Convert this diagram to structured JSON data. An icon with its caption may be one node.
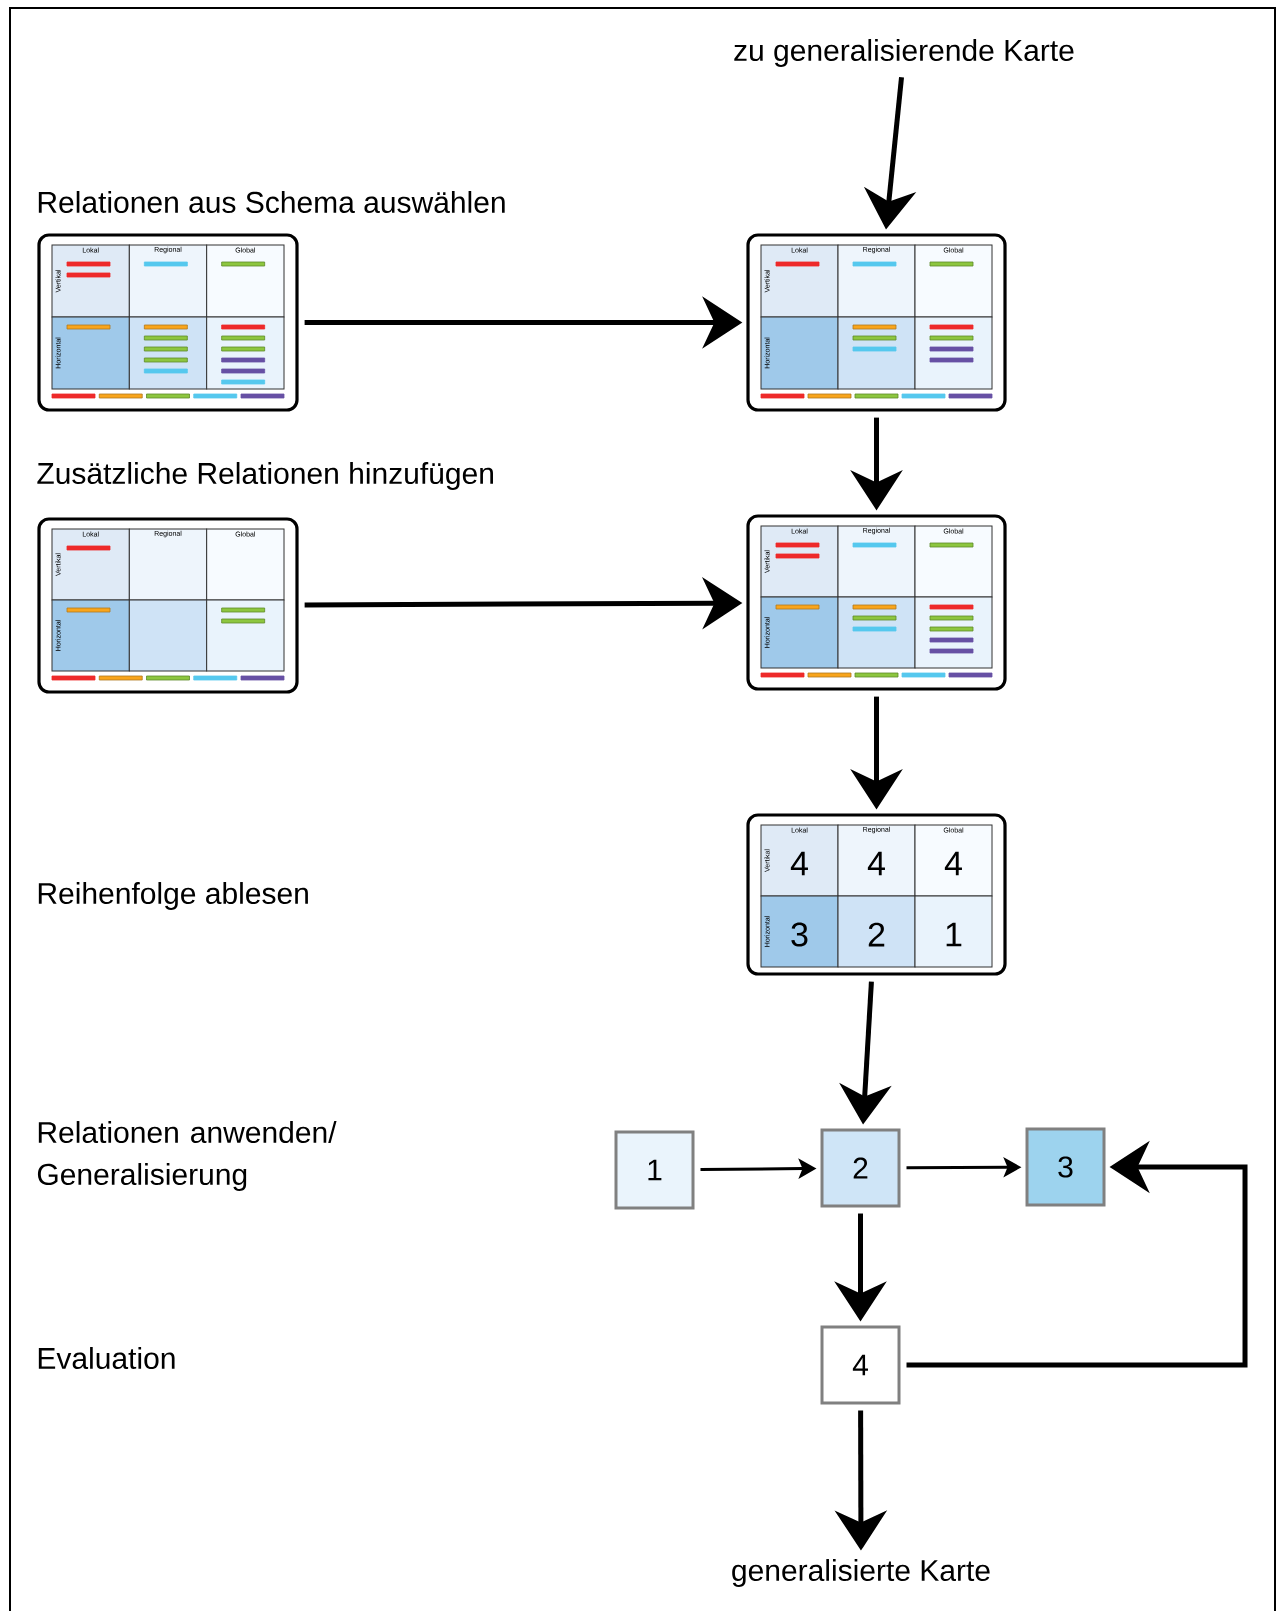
{
  "diagram": {
    "nodes": [
      {
        "text": [
          "zu generalisierende Karte"
        ]
      },
      {
        "text": [
          "Lokal",
          "Regional",
          "Global",
          "Vertikal",
          "Horizontal"
        ]
      },
      {
        "text": [
          "Lokal",
          "Regional",
          "Global",
          "Vertikal",
          "Horizontal"
        ]
      },
      {
        "text": [
          "Lokal",
          "Regional",
          "Global",
          "Vertikal",
          "Horizontal"
        ]
      },
      {
        "text": [
          "Lokal",
          "Regional",
          "Global",
          "Vertikal",
          "Horizontal"
        ]
      },
      {
        "text": [
          "Lokal",
          "Regional",
          "Global",
          "Vertikal",
          "Horizontal",
          "4",
          "4",
          "4",
          "3",
          "2",
          "1"
        ]
      },
      {
        "text": [
          "1"
        ]
      },
      {
        "text": [
          "2"
        ]
      },
      {
        "text": [
          "3"
        ]
      },
      {
        "text": [
          "4"
        ]
      },
      {
        "text": [
          "generalisierte Karte"
        ]
      }
    ],
    "edges": [
      {
        "from": 0,
        "to": 2,
        "arrow": "to"
      },
      {
        "from": 1,
        "to": 2,
        "arrow": "to"
      },
      {
        "from": 2,
        "to": 4,
        "arrow": "to"
      },
      {
        "from": 3,
        "to": 4,
        "arrow": "to"
      },
      {
        "from": 4,
        "to": 5,
        "arrow": "to"
      },
      {
        "from": 5,
        "to": 7,
        "arrow": "to"
      },
      {
        "from": 6,
        "to": 7,
        "arrow": "to"
      },
      {
        "from": 7,
        "to": 8,
        "arrow": "to"
      },
      {
        "from": 7,
        "to": 9,
        "arrow": "to"
      },
      {
        "from": 9,
        "to": 8,
        "arrow": "to"
      },
      {
        "from": 9,
        "to": 10,
        "arrow": "to"
      }
    ],
    "labels": [
      "Relationen aus Schema auswählen",
      "Zusätzliche Relationen hinzufügen",
      "Reihenfolge ablesen",
      "Relationen anwenden/ Generalisierung",
      "Evaluation"
    ]
  }
}
